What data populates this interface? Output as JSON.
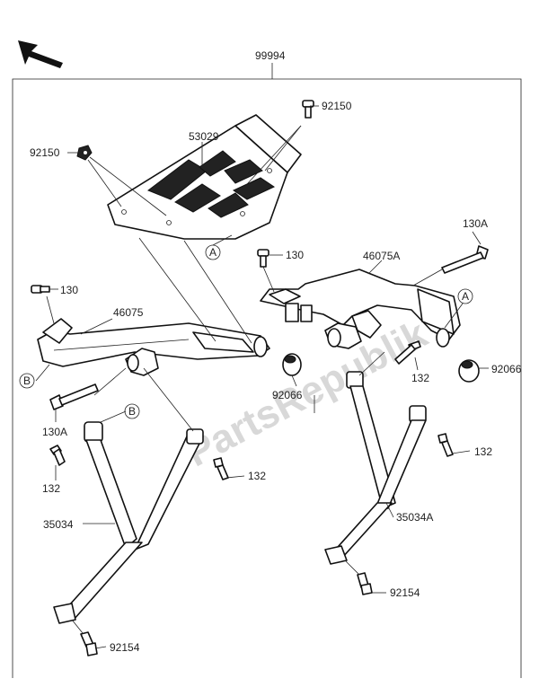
{
  "direction_arrow": "arrow-up-left-icon",
  "watermark": "PartsRepublik",
  "callouts": {
    "c_main": "99994",
    "c_92150_top": "92150",
    "c_53029": "53029",
    "c_92150_left": "92150",
    "c_130a_right": "130A",
    "c_130_top": "130",
    "c_46075a": "46075A",
    "c_130_left": "130",
    "c_46075": "46075",
    "c_92066_mid": "92066",
    "c_92066_right": "92066",
    "c_132_mid": "132",
    "c_130a_left": "130A",
    "c_132_left": "132",
    "c_132_center": "132",
    "c_132_right": "132",
    "c_35034": "35034",
    "c_35034a": "35034A",
    "c_92154_right": "92154",
    "c_92154_left": "92154"
  },
  "markers": {
    "a_plate": "A",
    "a_right": "A",
    "b_left": "B",
    "b_center": "B"
  }
}
